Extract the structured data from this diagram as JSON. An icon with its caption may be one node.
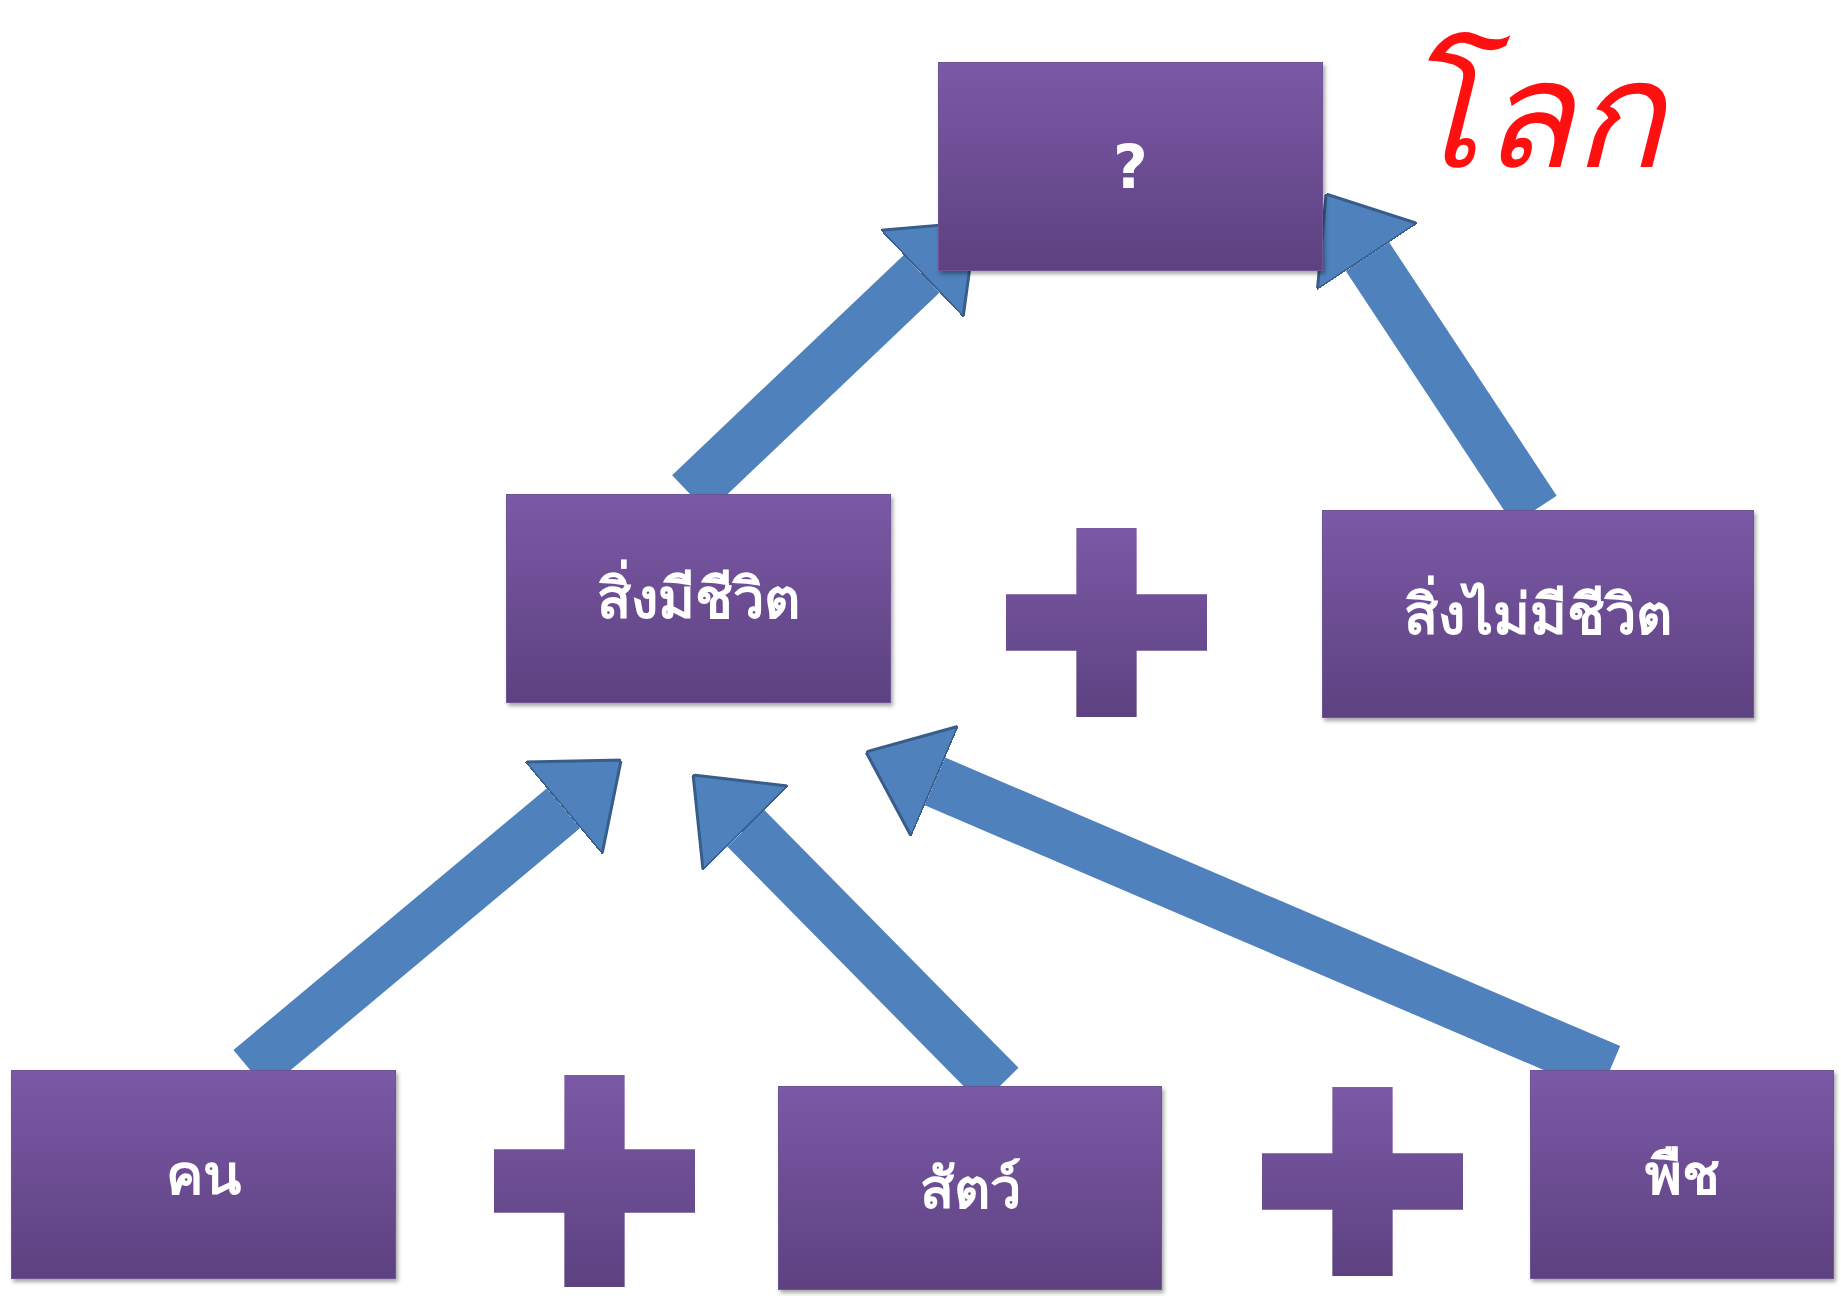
{
  "diagram": {
    "nodes": [
      {
        "text": [
          "?"
        ]
      },
      {
        "text": [
          "สิ่งมีชีวิต"
        ]
      },
      {
        "text": [
          "สิ่งไม่มีชีวิต"
        ]
      },
      {
        "text": [
          "คน"
        ]
      },
      {
        "text": [
          "สัตว์"
        ]
      },
      {
        "text": [
          "พืช"
        ]
      }
    ],
    "edges": [
      {
        "from": 1,
        "to": 0,
        "arrow": "to"
      },
      {
        "from": 2,
        "to": 0,
        "arrow": "to"
      },
      {
        "from": 3,
        "to": 1,
        "arrow": "to"
      },
      {
        "from": 4,
        "to": 1,
        "arrow": "to"
      },
      {
        "from": 5,
        "to": 1,
        "arrow": "to"
      }
    ],
    "labels": [
      "โลก"
    ]
  }
}
